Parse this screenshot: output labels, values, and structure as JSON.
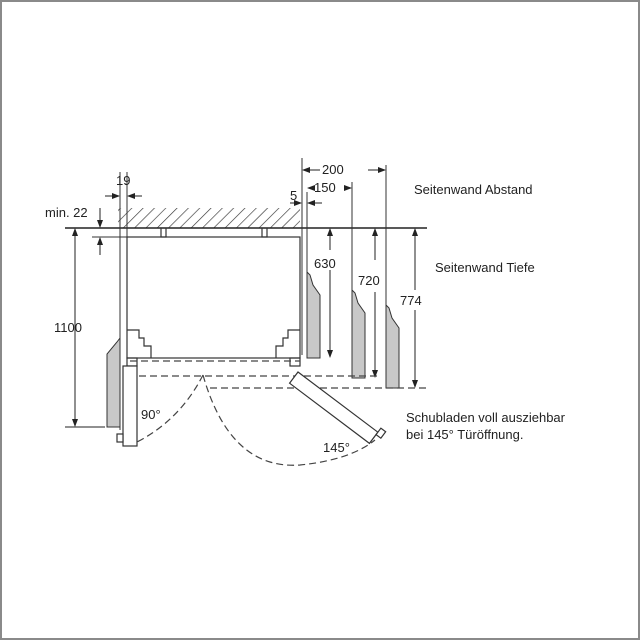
{
  "dimensions": {
    "side_gap_19": "19",
    "min_22": "min. 22",
    "height_1100": "1100",
    "gap_5": "5",
    "gap_150": "150",
    "gap_200": "200",
    "depth_630": "630",
    "depth_720": "720",
    "depth_774": "774",
    "angle_90": "90°",
    "angle_145": "145°"
  },
  "labels": {
    "side_wall_distance": "Seitenwand Abstand",
    "side_wall_depth": "Seitenwand Tiefe",
    "drawers_line1": "Schubladen voll ausziehbar",
    "drawers_line2": "bei 145° Türöffnung."
  },
  "colors": {
    "line": "#222222",
    "panel_fill": "#c8c8c8"
  }
}
